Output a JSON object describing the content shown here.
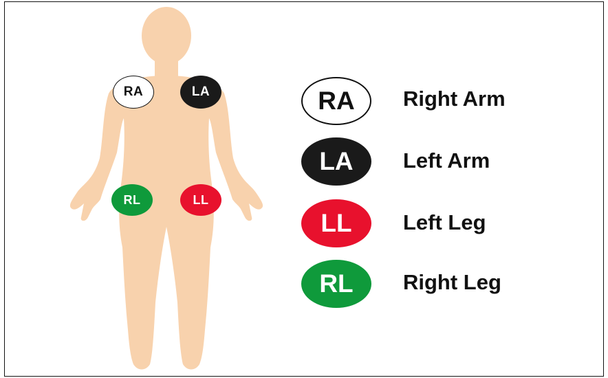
{
  "electrodes": {
    "ra": {
      "code": "RA",
      "name": "Right Arm",
      "fill": "#ffffff",
      "text_color": "#111111",
      "border": "#111111"
    },
    "la": {
      "code": "LA",
      "name": "Left Arm",
      "fill": "#1a1a1a",
      "text_color": "#ffffff",
      "border": "#1a1a1a"
    },
    "ll": {
      "code": "LL",
      "name": "Left Leg",
      "fill": "#e8112d",
      "text_color": "#ffffff",
      "border": "#e8112d"
    },
    "rl": {
      "code": "RL",
      "name": "Right Leg",
      "fill": "#0f9a3b",
      "text_color": "#ffffff",
      "border": "#0f9a3b"
    }
  },
  "colors": {
    "skin": "#f8d2ad",
    "frame": "#111111"
  }
}
